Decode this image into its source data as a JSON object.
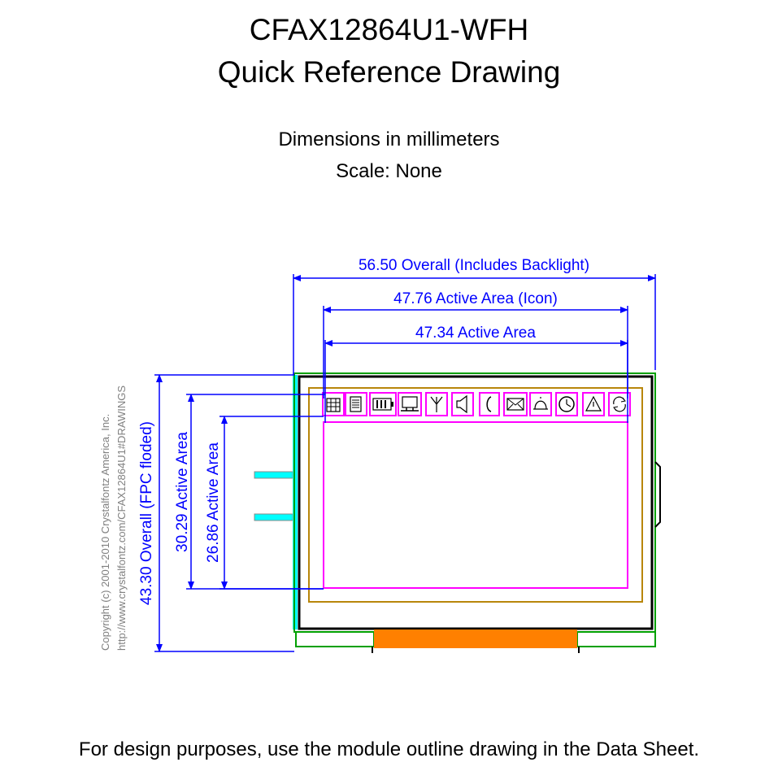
{
  "title_line1": "CFAX12864U1-WFH",
  "title_line2": "Quick Reference Drawing",
  "units_line": "Dimensions in millimeters",
  "scale_line": "Scale: None",
  "dimensions": {
    "overall_width": "56.50 Overall (Includes Backlight)",
    "active_area_icon": "47.76 Active Area (Icon)",
    "active_area_width": "47.34 Active Area",
    "overall_height": "43.30 Overall (FPC floded)",
    "active_area_height_icon": "30.29 Active Area",
    "active_area_height": "26.86 Active Area"
  },
  "copyright_line1": "Copyright (c) 2001-2010 Crystalfontz America, Inc.",
  "copyright_line2": "http://www.crystalfontz.com/CFAX12864U1#DRAWINGS",
  "footer_note": "For design purposes, use the module outline drawing in the Data Sheet.",
  "icons": [
    "keypad-icon",
    "document-icon",
    "battery-icon",
    "monitor-icon",
    "antenna-icon",
    "speaker-icon",
    "phone-icon",
    "envelope-icon",
    "bell-icon",
    "clock-icon",
    "warning-icon",
    "refresh-icon"
  ],
  "colors": {
    "dimension": "#0000ff",
    "bezel": "#00a000",
    "viewing_area": "#b8860b",
    "active_area": "#ff00ff",
    "fpc": "#ff8000",
    "backlight_edge": "#00ffff",
    "outline": "#000000"
  }
}
